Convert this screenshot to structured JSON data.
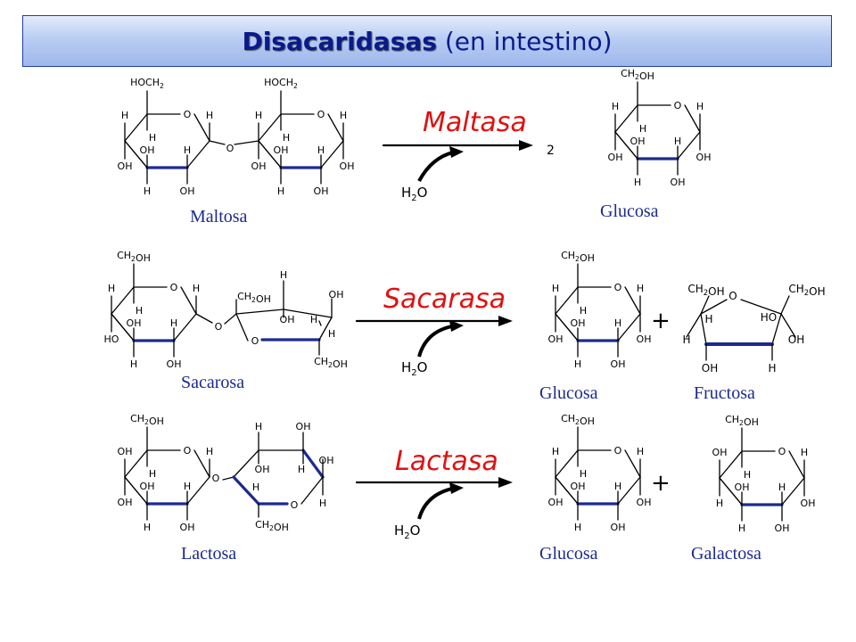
{
  "title": {
    "bold": "Disacaridasas",
    "rest": " (en intestino)"
  },
  "reactions": [
    {
      "enzyme": "Maltasa",
      "reactant": "Maltosa",
      "water": "H2O",
      "coefficient": "2",
      "products": [
        "Glucosa"
      ]
    },
    {
      "enzyme": "Sacarasa",
      "reactant": "Sacarosa",
      "water": "H2O",
      "products": [
        "Glucosa",
        "Fructosa"
      ],
      "plus": "+"
    },
    {
      "enzyme": "Lactasa",
      "reactant": "Lactosa",
      "water": "H2O",
      "products": [
        "Glucosa",
        "Galactosa"
      ],
      "plus": "+"
    }
  ],
  "colors": {
    "ring_bold": "#1c2a8e",
    "enzyme": "#e01010",
    "title_text": "#0a1a8c"
  }
}
